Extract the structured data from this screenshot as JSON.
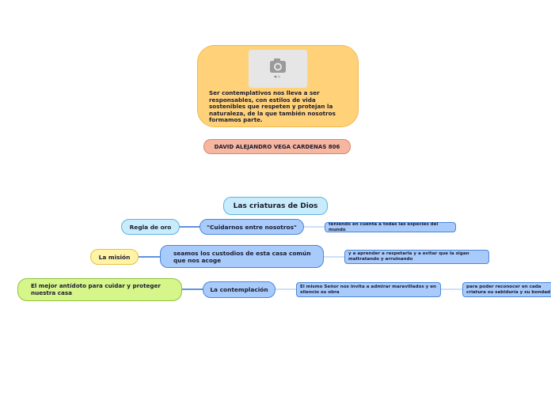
{
  "card": {
    "text": "Ser contemplativos nos lleva a ser responsables, con estilos de vida sostenibles que respeten y protejan la naturaleza, de la que también nosotros formamos parte."
  },
  "author": "DAVID ALEJANDRO VEGA CARDENAS 806",
  "root": "Las criaturas de Dios",
  "branches": [
    "\"Cuidarnos entre nosotros\"",
    "seamos los custodios de esta casa común que nos acoge",
    "La contemplación"
  ],
  "left_nodes": [
    "Regla de oro",
    "La misión",
    "El mejor antídoto para cuidar y proteger nuestra casa"
  ],
  "leaves": [
    "teniendo en cuenta a todas las especies del mundo",
    "y a aprender a respetarla y a evitar que la sigan maltratando y arruinando",
    "El mismo Señor nos invita a admirar maravillados y en silencio su obra",
    "para poder reconocer en cada criatura su sabiduría y su bondad"
  ],
  "colors": {
    "link": "#2a6fd6",
    "link_light": "#9cc0ef"
  }
}
